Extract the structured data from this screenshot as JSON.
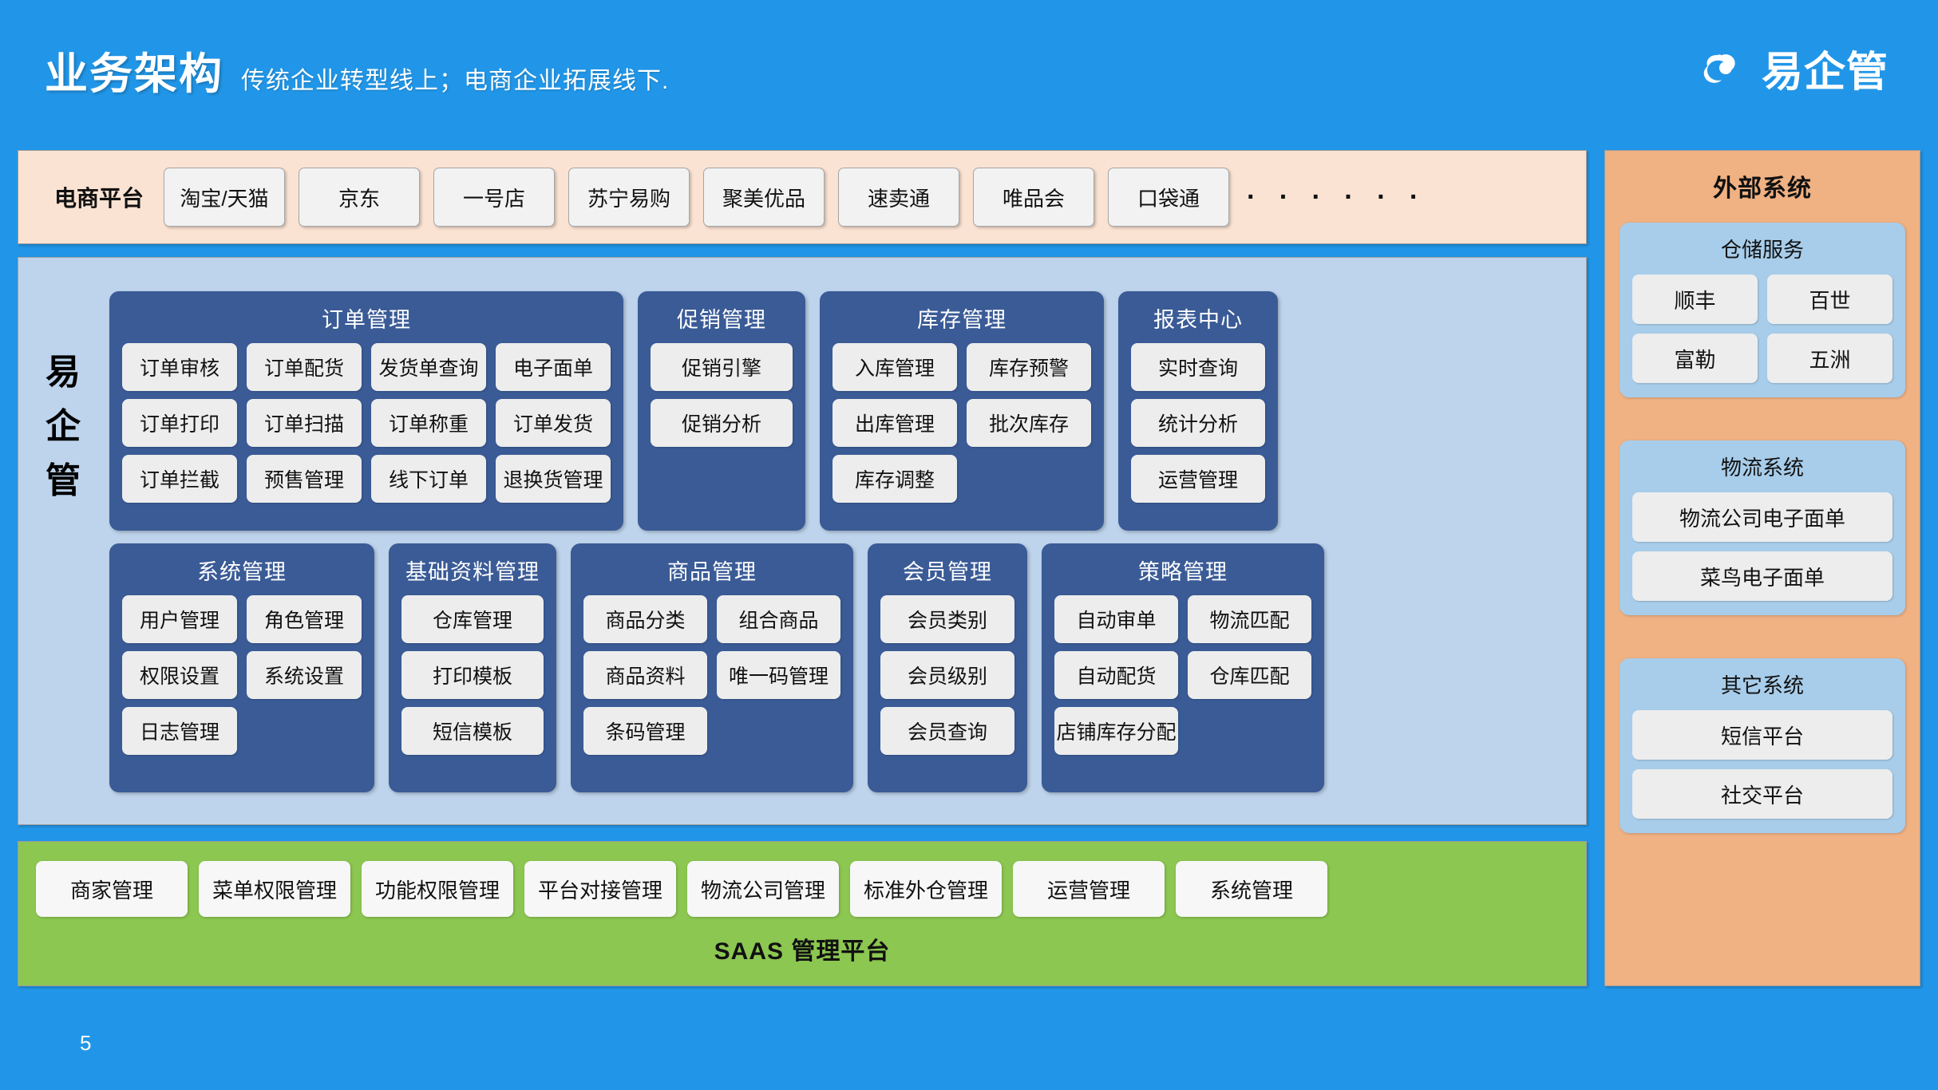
{
  "header": {
    "title": "业务架构",
    "subtitle": "传统企业转型线上；电商企业拓展线下.",
    "logo_text": "易企管",
    "logo_icon": "cloud-swirl-logo-icon"
  },
  "colors": {
    "background": "#2196e8",
    "ecommerce_strip": "#fbe3d3",
    "body_panel": "#bed4ec",
    "group_panel": "#3a5b96",
    "tile": "#ededed",
    "saas_bar": "#8cc751",
    "external_panel": "#f0b183",
    "external_group": "#a8cdea"
  },
  "ecommerce": {
    "label": "电商平台",
    "platforms": [
      "淘宝/天猫",
      "京东",
      "一号店",
      "苏宁易购",
      "聚美优品",
      "速卖通",
      "唯品会",
      "口袋通"
    ],
    "more": "· · · · · ·"
  },
  "core": {
    "vertical_label": "易企管",
    "row_top": [
      {
        "title": "订单管理",
        "cols": 4,
        "items": [
          "订单审核",
          "订单配货",
          "发货单查询",
          "电子面单",
          "订单打印",
          "订单扫描",
          "订单称重",
          "订单发货",
          "订单拦截",
          "预售管理",
          "线下订单",
          "退换货管理"
        ]
      },
      {
        "title": "促销管理",
        "cols": 1,
        "items": [
          "促销引擎",
          "促销分析"
        ]
      },
      {
        "title": "库存管理",
        "cols": 2,
        "items": [
          "入库管理",
          "库存预警",
          "出库管理",
          "批次库存",
          "库存调整"
        ]
      },
      {
        "title": "报表中心",
        "cols": 1,
        "items": [
          "实时查询",
          "统计分析",
          "运营管理"
        ]
      }
    ],
    "row_bottom": [
      {
        "title": "系统管理",
        "cols": 2,
        "items": [
          "用户管理",
          "角色管理",
          "权限设置",
          "系统设置",
          "日志管理"
        ]
      },
      {
        "title": "基础资料管理",
        "cols": 1,
        "items": [
          "仓库管理",
          "打印模板",
          "短信模板"
        ]
      },
      {
        "title": "商品管理",
        "cols": 2,
        "items": [
          "商品分类",
          "组合商品",
          "商品资料",
          "唯一码管理",
          "条码管理"
        ]
      },
      {
        "title": "会员管理",
        "cols": 1,
        "items": [
          "会员类别",
          "会员级别",
          "会员查询"
        ]
      },
      {
        "title": "策略管理",
        "cols": 2,
        "items": [
          "自动审单",
          "物流匹配",
          "自动配货",
          "仓库匹配",
          "店铺库存分配"
        ]
      }
    ]
  },
  "saas": {
    "title": "SAAS 管理平台",
    "items": [
      "商家管理",
      "菜单权限管理",
      "功能权限管理",
      "平台对接管理",
      "物流公司管理",
      "标准外仓管理",
      "运营管理",
      "系统管理"
    ]
  },
  "external": {
    "title": "外部系统",
    "groups": [
      {
        "title": "仓储服务",
        "cols": 2,
        "items": [
          "顺丰",
          "百世",
          "富勒",
          "五洲"
        ]
      },
      {
        "title": "物流系统",
        "cols": 1,
        "items": [
          "物流公司电子面单",
          "菜鸟电子面单"
        ]
      },
      {
        "title": "其它系统",
        "cols": 1,
        "items": [
          "短信平台",
          "社交平台"
        ]
      }
    ]
  },
  "footer": {
    "page_number": "5"
  }
}
